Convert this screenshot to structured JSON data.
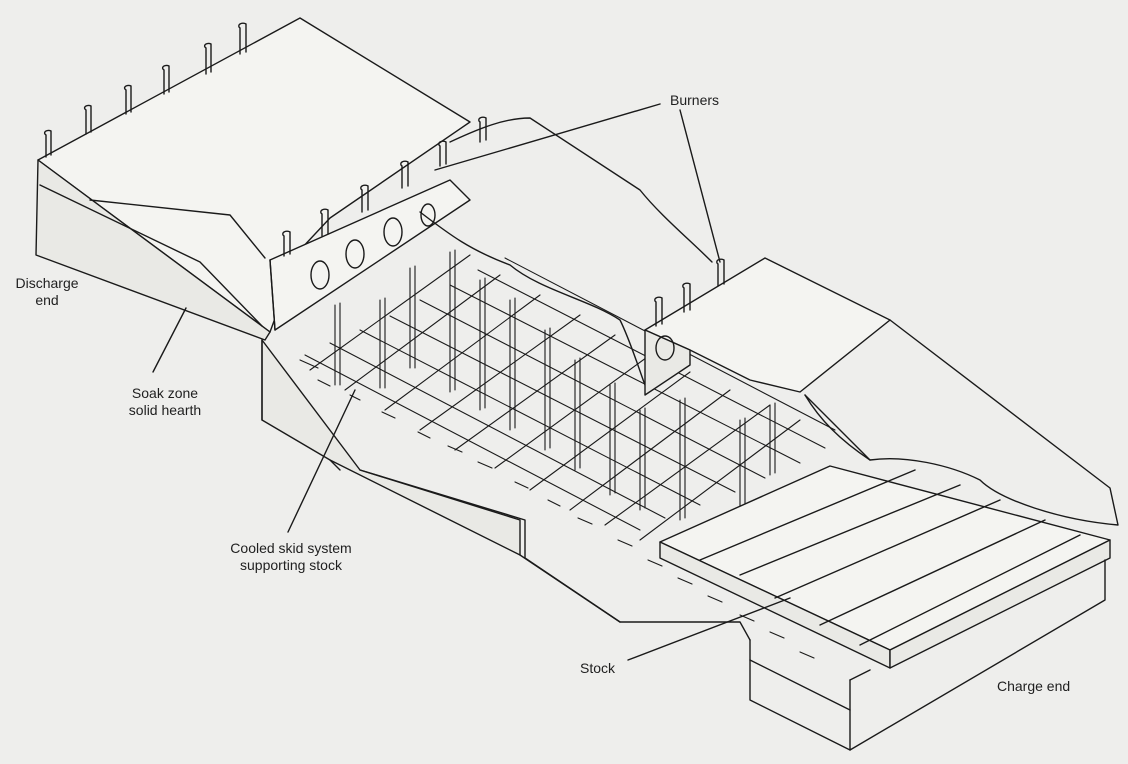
{
  "labels": {
    "burners": "Burners",
    "discharge_end_line1": "Discharge",
    "discharge_end_line2": "end",
    "soak_zone_line1": "Soak zone",
    "soak_zone_line2": "solid hearth",
    "skid_line1": "Cooled skid system",
    "skid_line2": "supporting stock",
    "stock": "Stock",
    "charge_end": "Charge end"
  }
}
